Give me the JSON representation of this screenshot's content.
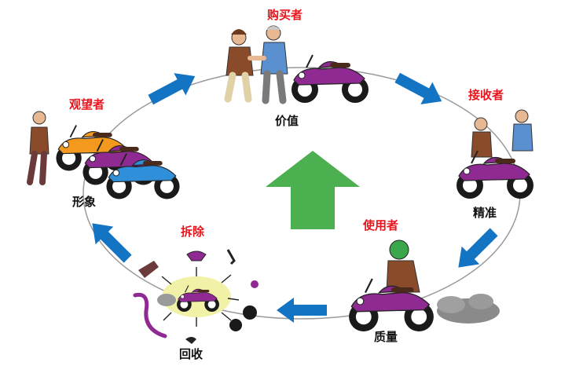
{
  "stages": {
    "buyer": "购买者",
    "receiver": "接收者",
    "user": "使用者",
    "dismantle": "拆除",
    "watcher": "观望者"
  },
  "attributes": {
    "value": "价值",
    "precision": "精准",
    "quality": "质量",
    "recycle": "回收",
    "image": "形象"
  },
  "colors": {
    "role_label": "#e8141c",
    "cycle_arrow": "#1474c4",
    "center_arrow": "#4caf50",
    "motorcycle_purple": "#8e2a91",
    "motorcycle_orange": "#f39a1e",
    "motorcycle_blue": "#2f8fd8",
    "cycle_line": "#9a9a9a"
  }
}
